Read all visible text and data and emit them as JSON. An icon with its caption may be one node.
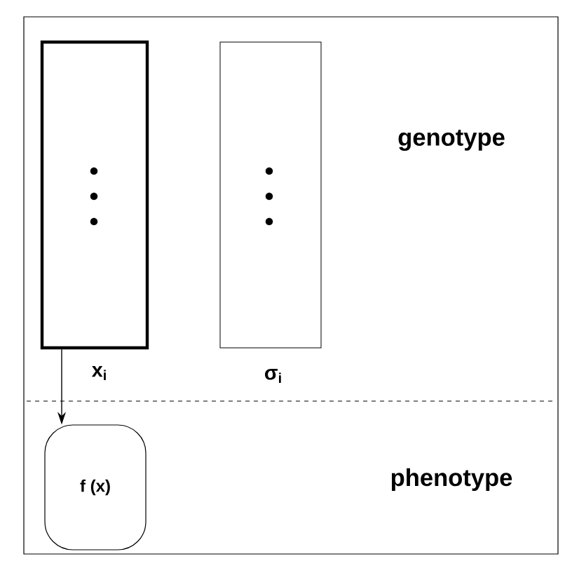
{
  "diagram": {
    "nodes": [
      {
        "text": [],
        "shape": "box",
        "beside": [
          "x$_{i}$"
        ]
      },
      {
        "text": [],
        "shape": "box",
        "beside": [
          "σ$_{i}$"
        ]
      },
      {
        "text": [
          "f (x)"
        ]
      }
    ],
    "edges": [
      {
        "from": 0,
        "to": 2,
        "arrow": "to"
      }
    ],
    "labels": [
      "genotype",
      "phenotype"
    ]
  }
}
